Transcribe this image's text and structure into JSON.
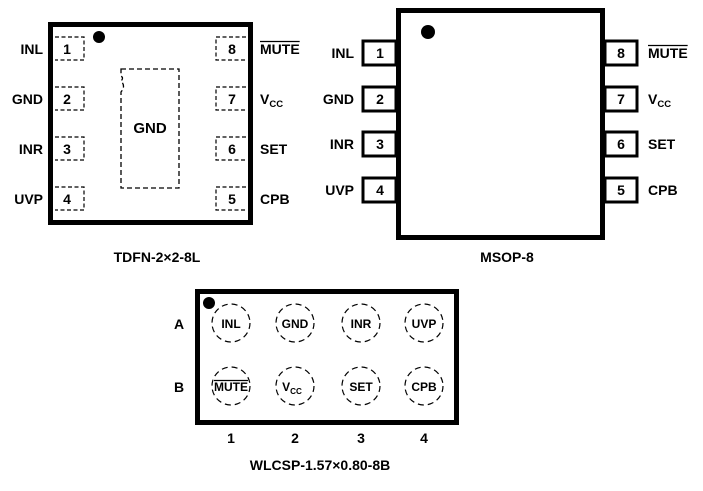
{
  "packages": {
    "tdfn": {
      "caption": "TDFN-2×2-8L",
      "exposed_pad_label": "GND",
      "left_pins": [
        {
          "num": "1",
          "name": "INL"
        },
        {
          "num": "2",
          "name": "GND"
        },
        {
          "num": "3",
          "name": "INR"
        },
        {
          "num": "4",
          "name": "UVP"
        }
      ],
      "right_pins": [
        {
          "num": "8",
          "name": "MUTE",
          "overbar": true
        },
        {
          "num": "7",
          "name": "V",
          "sub": "CC"
        },
        {
          "num": "6",
          "name": "SET"
        },
        {
          "num": "5",
          "name": "CPB"
        }
      ]
    },
    "msop": {
      "caption": "MSOP-8",
      "left_pins": [
        {
          "num": "1",
          "name": "INL"
        },
        {
          "num": "2",
          "name": "GND"
        },
        {
          "num": "3",
          "name": "INR"
        },
        {
          "num": "4",
          "name": "UVP"
        }
      ],
      "right_pins": [
        {
          "num": "8",
          "name": "MUTE",
          "overbar": true
        },
        {
          "num": "7",
          "name": "V",
          "sub": "CC"
        },
        {
          "num": "6",
          "name": "SET"
        },
        {
          "num": "5",
          "name": "CPB"
        }
      ]
    },
    "wlcsp": {
      "caption": "WLCSP-1.57×0.80-8B",
      "row_labels": [
        "A",
        "B"
      ],
      "col_labels": [
        "1",
        "2",
        "3",
        "4"
      ],
      "balls": [
        [
          {
            "name": "INL"
          },
          {
            "name": "GND"
          },
          {
            "name": "INR"
          },
          {
            "name": "UVP"
          }
        ],
        [
          {
            "name": "MUTE",
            "overbar": true
          },
          {
            "name": "V",
            "sub": "CC"
          },
          {
            "name": "SET"
          },
          {
            "name": "CPB"
          }
        ]
      ]
    }
  }
}
